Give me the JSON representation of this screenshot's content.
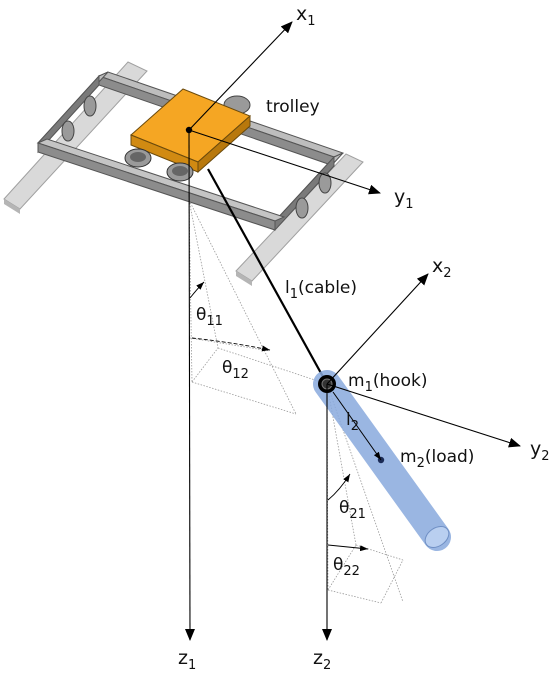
{
  "labels": {
    "trolley": "trolley",
    "x1": {
      "base": "x",
      "sub": "1"
    },
    "y1": {
      "base": "y",
      "sub": "1"
    },
    "z1": {
      "base": "z",
      "sub": "1"
    },
    "x2": {
      "base": "x",
      "sub": "2"
    },
    "y2": {
      "base": "y",
      "sub": "2"
    },
    "z2": {
      "base": "z",
      "sub": "2"
    },
    "l1": {
      "base": "l",
      "sub": "1",
      "tail": "(cable)"
    },
    "l2": {
      "base": "l",
      "sub": "2"
    },
    "m1": {
      "base": "m",
      "sub": "1",
      "tail": "(hook)"
    },
    "m2": {
      "base": "m",
      "sub": "2",
      "tail": "(load)"
    },
    "theta11": {
      "base": "θ",
      "sub": "11"
    },
    "theta12": {
      "base": "θ",
      "sub": "12"
    },
    "theta21": {
      "base": "θ",
      "sub": "21"
    },
    "theta22": {
      "base": "θ",
      "sub": "22"
    }
  },
  "colors": {
    "trolley": "#f5a623",
    "rail": "#d9d9d9",
    "frame": "#8c8c8c",
    "wheel": "#9a9a9a",
    "load": "#9bbbe6",
    "cable": "#000000"
  }
}
